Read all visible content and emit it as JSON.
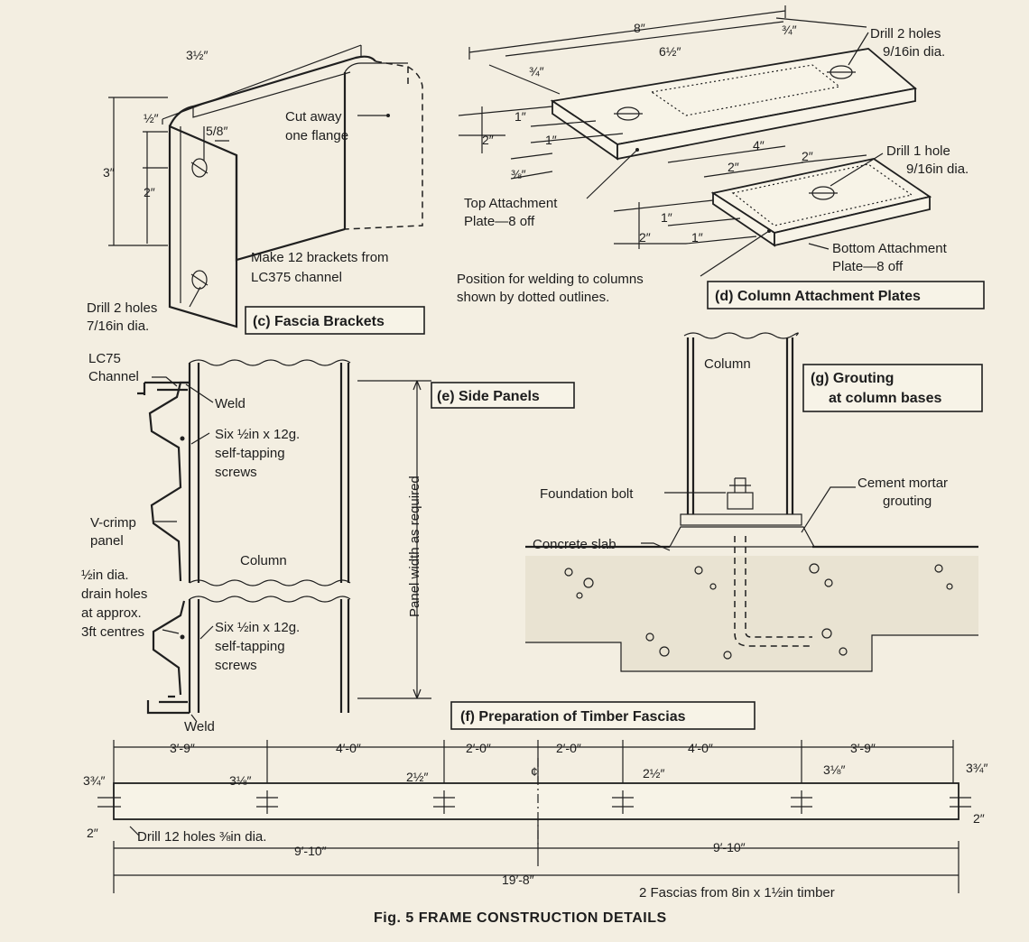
{
  "figure": {
    "title": "Fig. 5 FRAME CONSTRUCTION DETAILS"
  },
  "fascia_brackets": {
    "caption": "(c) Fascia Brackets",
    "note_cut_line1": "Cut away",
    "note_cut_line2": "one flange",
    "note_make_line1": "Make 12 brackets from",
    "note_make_line2": "LC375 channel",
    "drill_line1": "Drill 2 holes",
    "drill_line2": "7/16in dia.",
    "dim_width": "3½″",
    "dim_height": "3″",
    "dim_hole_spacing": "2″",
    "dim_top_edge": "½″",
    "dim_flange": "5/8″"
  },
  "column_plates": {
    "caption": "(d) Column Attachment Plates",
    "top_plate_line1": "Top Attachment",
    "top_plate_line2": "Plate—8 off",
    "bottom_plate_line1": "Bottom Attachment",
    "bottom_plate_line2": "Plate—8 off",
    "drill_top_line1": "Drill 2 holes",
    "drill_top_line2": "9/16in dia.",
    "drill_bottom_line1": "Drill 1 hole",
    "drill_bottom_line2": "9/16in dia.",
    "position_line1": "Position for welding to columns",
    "position_line2": "shown by dotted outlines.",
    "dim_8": "8″",
    "dim_6_5": "6½″",
    "dim_3_4_top": "¾″",
    "dim_3_4_left": "¾″",
    "dim_1a": "1″",
    "dim_1b": "1″",
    "dim_2_top": "2″",
    "dim_3_8": "⅜″",
    "dim_4": "4″",
    "dim_2a": "2″",
    "dim_2b": "2″",
    "dim_1c": "1″",
    "dim_1d": "1″",
    "dim_2_bottom": "2″"
  },
  "side_panels": {
    "caption": "(e) Side Panels",
    "channel_line1": "LC75",
    "channel_line2": "Channel",
    "weld_top": "Weld",
    "weld_bottom": "Weld",
    "screws_top_line1": "Six ½in x 12g.",
    "screws_top_line2": "self-tapping",
    "screws_top_line3": "screws",
    "screws_bottom_line1": "Six ½in x 12g.",
    "screws_bottom_line2": "self-tapping",
    "screws_bottom_line3": "screws",
    "vcrimp_line1": "V-crimp",
    "vcrimp_line2": "panel",
    "column": "Column",
    "drain_line1": "½in dia.",
    "drain_line2": "drain holes",
    "drain_line3": "at approx.",
    "drain_line4": "3ft centres",
    "panel_width": "Panel width as required"
  },
  "grouting": {
    "caption_line1": "(g) Grouting",
    "caption_line2": "at column bases",
    "column": "Column",
    "foundation_bolt": "Foundation bolt",
    "cement_line1": "Cement mortar",
    "cement_line2": "grouting",
    "concrete_slab": "Concrete slab"
  },
  "timber_fascias": {
    "caption": "(f) Preparation of Timber Fascias",
    "dims_top": [
      "3′-9″",
      "4′-0″",
      "2′-0″",
      "2′-0″",
      "4′-0″",
      "3′-9″"
    ],
    "centre_mark": "¢",
    "hole_dims": [
      "3⅛″",
      "2½″",
      "2½″",
      "3⅛″"
    ],
    "end_dim_top": "3¾″",
    "end_dim_bottom": "2″",
    "drill_note": "Drill 12 holes ⅜in dia.",
    "half_length": "9′-10″",
    "total_length": "19′-8″",
    "note": "2 Fascias from 8in x 1½in timber"
  }
}
